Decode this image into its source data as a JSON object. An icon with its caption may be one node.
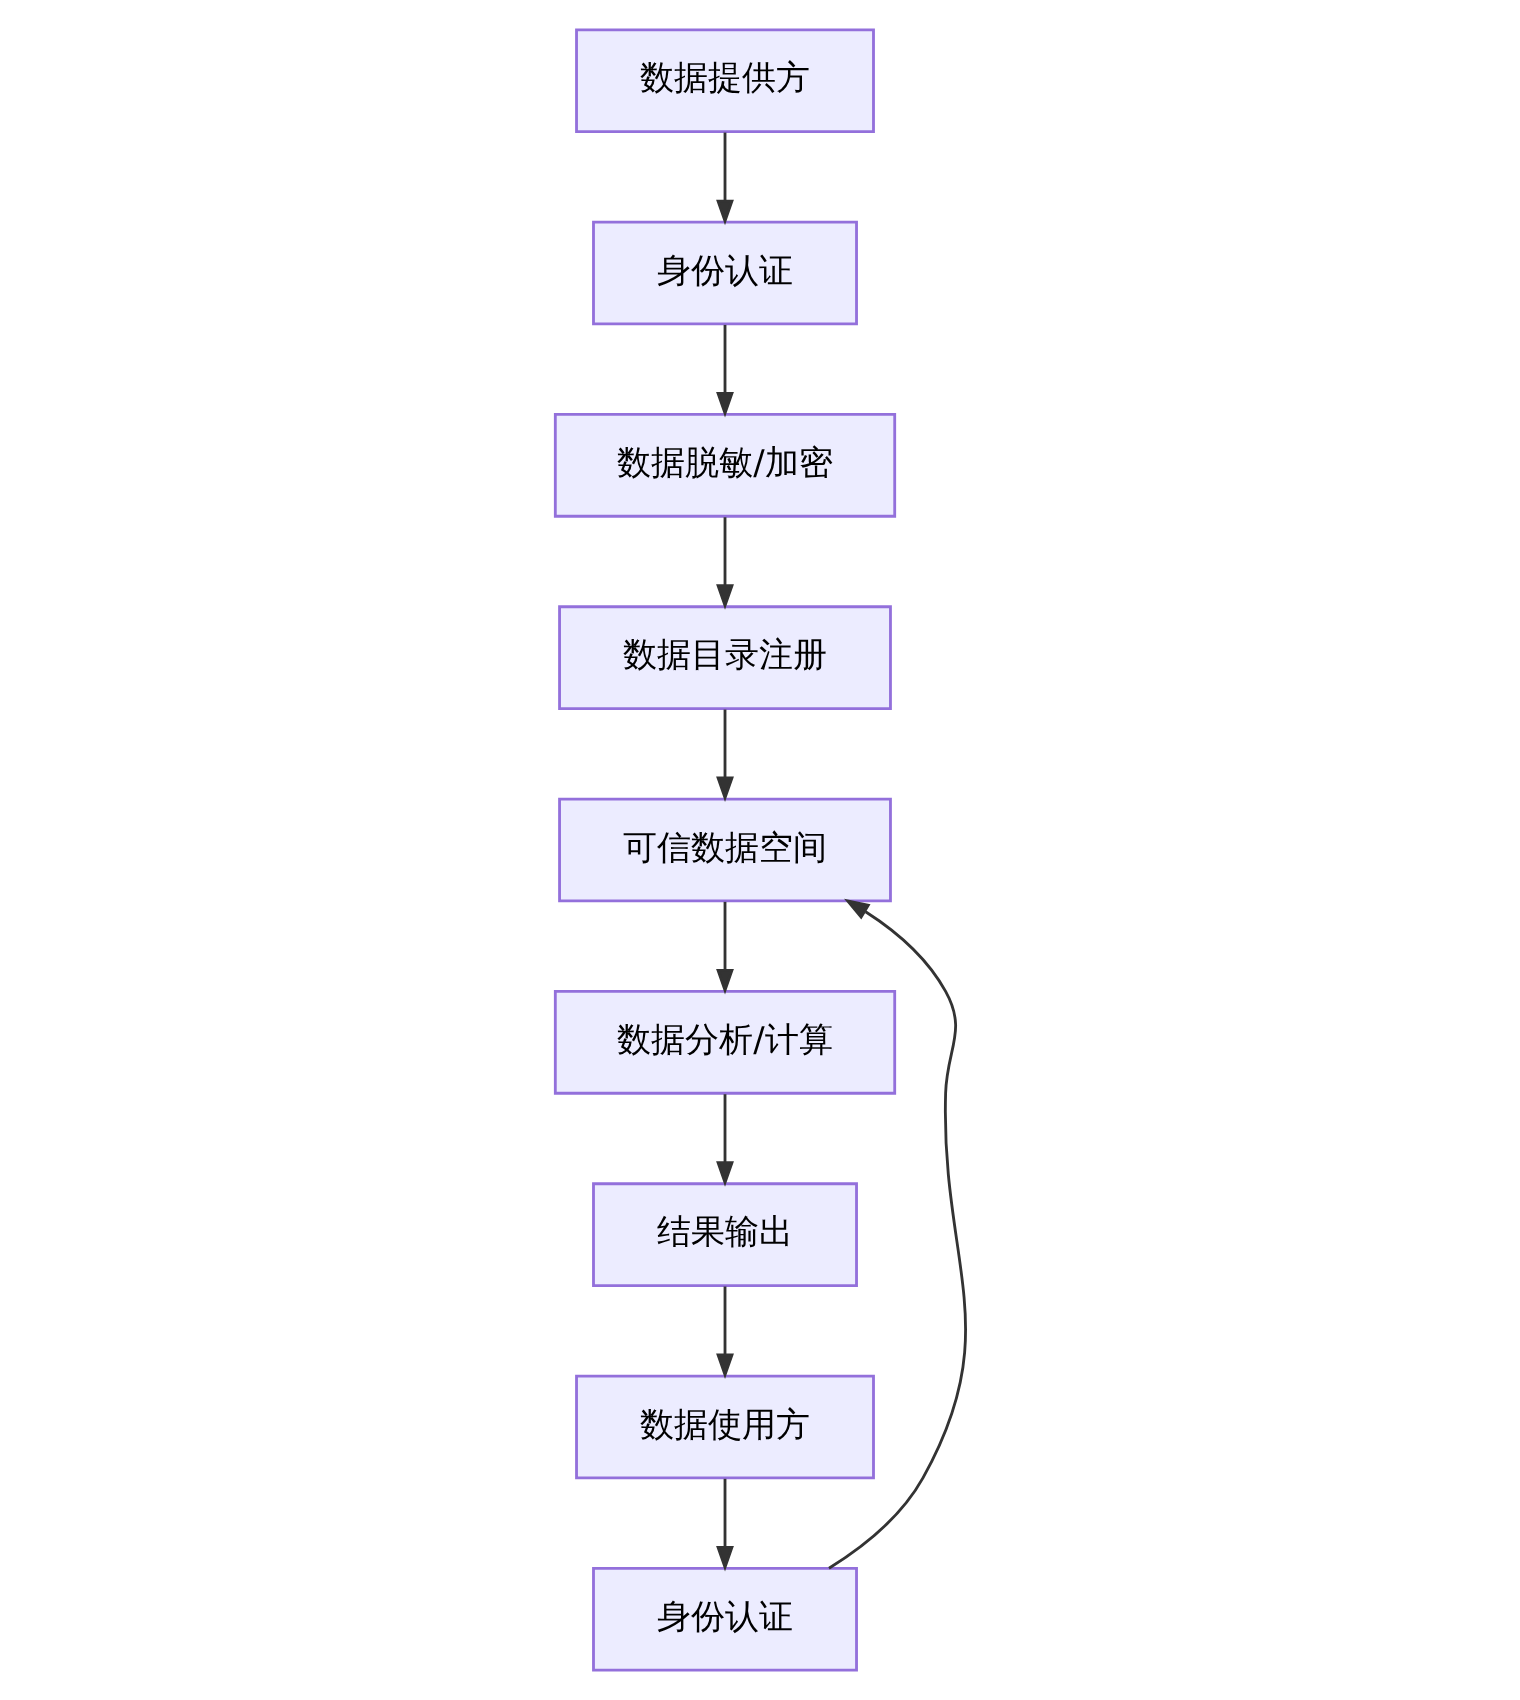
{
  "diagram": {
    "nodes": [
      {
        "text": [
          "数据提供方"
        ]
      },
      {
        "text": [
          "身份认证"
        ]
      },
      {
        "text": [
          "数据脱敏/加密"
        ]
      },
      {
        "text": [
          "数据目录注册"
        ]
      },
      {
        "text": [
          "可信数据空间"
        ]
      },
      {
        "text": [
          "数据分析/计算"
        ]
      },
      {
        "text": [
          "结果输出"
        ]
      },
      {
        "text": [
          "数据使用方"
        ]
      },
      {
        "text": [
          "身份认证"
        ]
      }
    ],
    "edges": [
      {
        "from": 0,
        "to": 1,
        "arrow": "to"
      },
      {
        "from": 1,
        "to": 2,
        "arrow": "to"
      },
      {
        "from": 2,
        "to": 3,
        "arrow": "to"
      },
      {
        "from": 3,
        "to": 4,
        "arrow": "to"
      },
      {
        "from": 4,
        "to": 5,
        "arrow": "to"
      },
      {
        "from": 5,
        "to": 6,
        "arrow": "to"
      },
      {
        "from": 6,
        "to": 7,
        "arrow": "to"
      },
      {
        "from": 7,
        "to": 8,
        "arrow": "to"
      },
      {
        "from": 8,
        "to": 4,
        "arrow": "to"
      }
    ]
  }
}
